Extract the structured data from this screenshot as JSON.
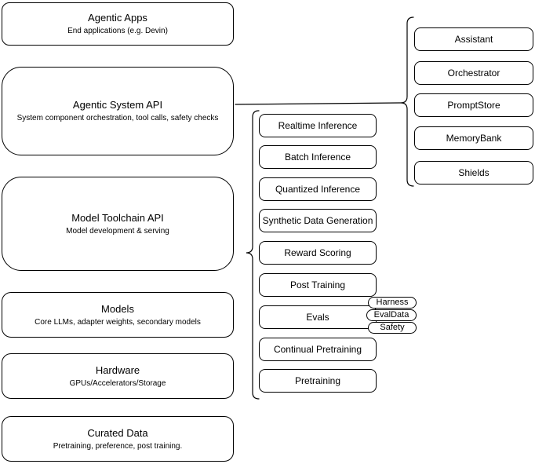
{
  "diagram_title": "Agentic system stack diagram",
  "stroke_color": "#000000",
  "background_color": "#ffffff",
  "left_stack": [
    {
      "title": "Agentic Apps",
      "subtitle": "End applications (e.g. Devin)"
    },
    {
      "title": "Agentic System API",
      "subtitle": "System component orchestration, tool calls, safety checks"
    },
    {
      "title": "Model Toolchain API",
      "subtitle": "Model development & serving"
    },
    {
      "title": "Models",
      "subtitle": "Core LLMs, adapter weights, secondary models"
    },
    {
      "title": "Hardware",
      "subtitle": "GPUs/Accelerators/Storage"
    },
    {
      "title": "Curated Data",
      "subtitle": "Pretraining, preference, post training."
    }
  ],
  "toolchain_items": [
    "Realtime Inference",
    "Batch Inference",
    "Quantized Inference",
    "Synthetic Data Generation",
    "Reward Scoring",
    "Post Training",
    "Evals",
    "Continual Pretraining",
    "Pretraining"
  ],
  "evals_tags": [
    "Harness",
    "EvalData",
    "Safety"
  ],
  "system_components": [
    "Assistant",
    "Orchestrator",
    "PromptStore",
    "MemoryBank",
    "Shields"
  ]
}
